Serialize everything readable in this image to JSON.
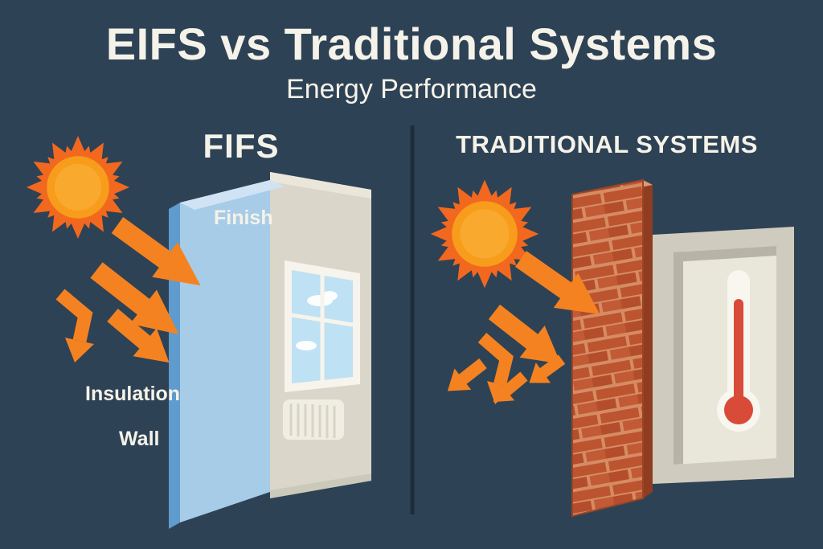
{
  "page": {
    "title": "EIFS vs Traditional Systems",
    "subtitle": "Energy Performance"
  },
  "left_panel": {
    "heading": "FIFS",
    "finish_label": "Finish",
    "insulation_label": "Insulation",
    "wall_label": "Wall"
  },
  "right_panel": {
    "heading": "TRADITIONAL SYSTEMS"
  },
  "colors": {
    "background": "#2e4255",
    "text": "#f5f2e9",
    "divider": "#1e2d3c",
    "sun_core": "#f89c1c",
    "sun_rays": "#f2681f",
    "arrow_orange": "#f58220",
    "insulation_blue": "#a7cce8",
    "wall_grey": "#dad6c9",
    "sky_blue": "#bfe1f4",
    "brick_red": "#bc5430",
    "thermometer_red": "#d84b38"
  }
}
